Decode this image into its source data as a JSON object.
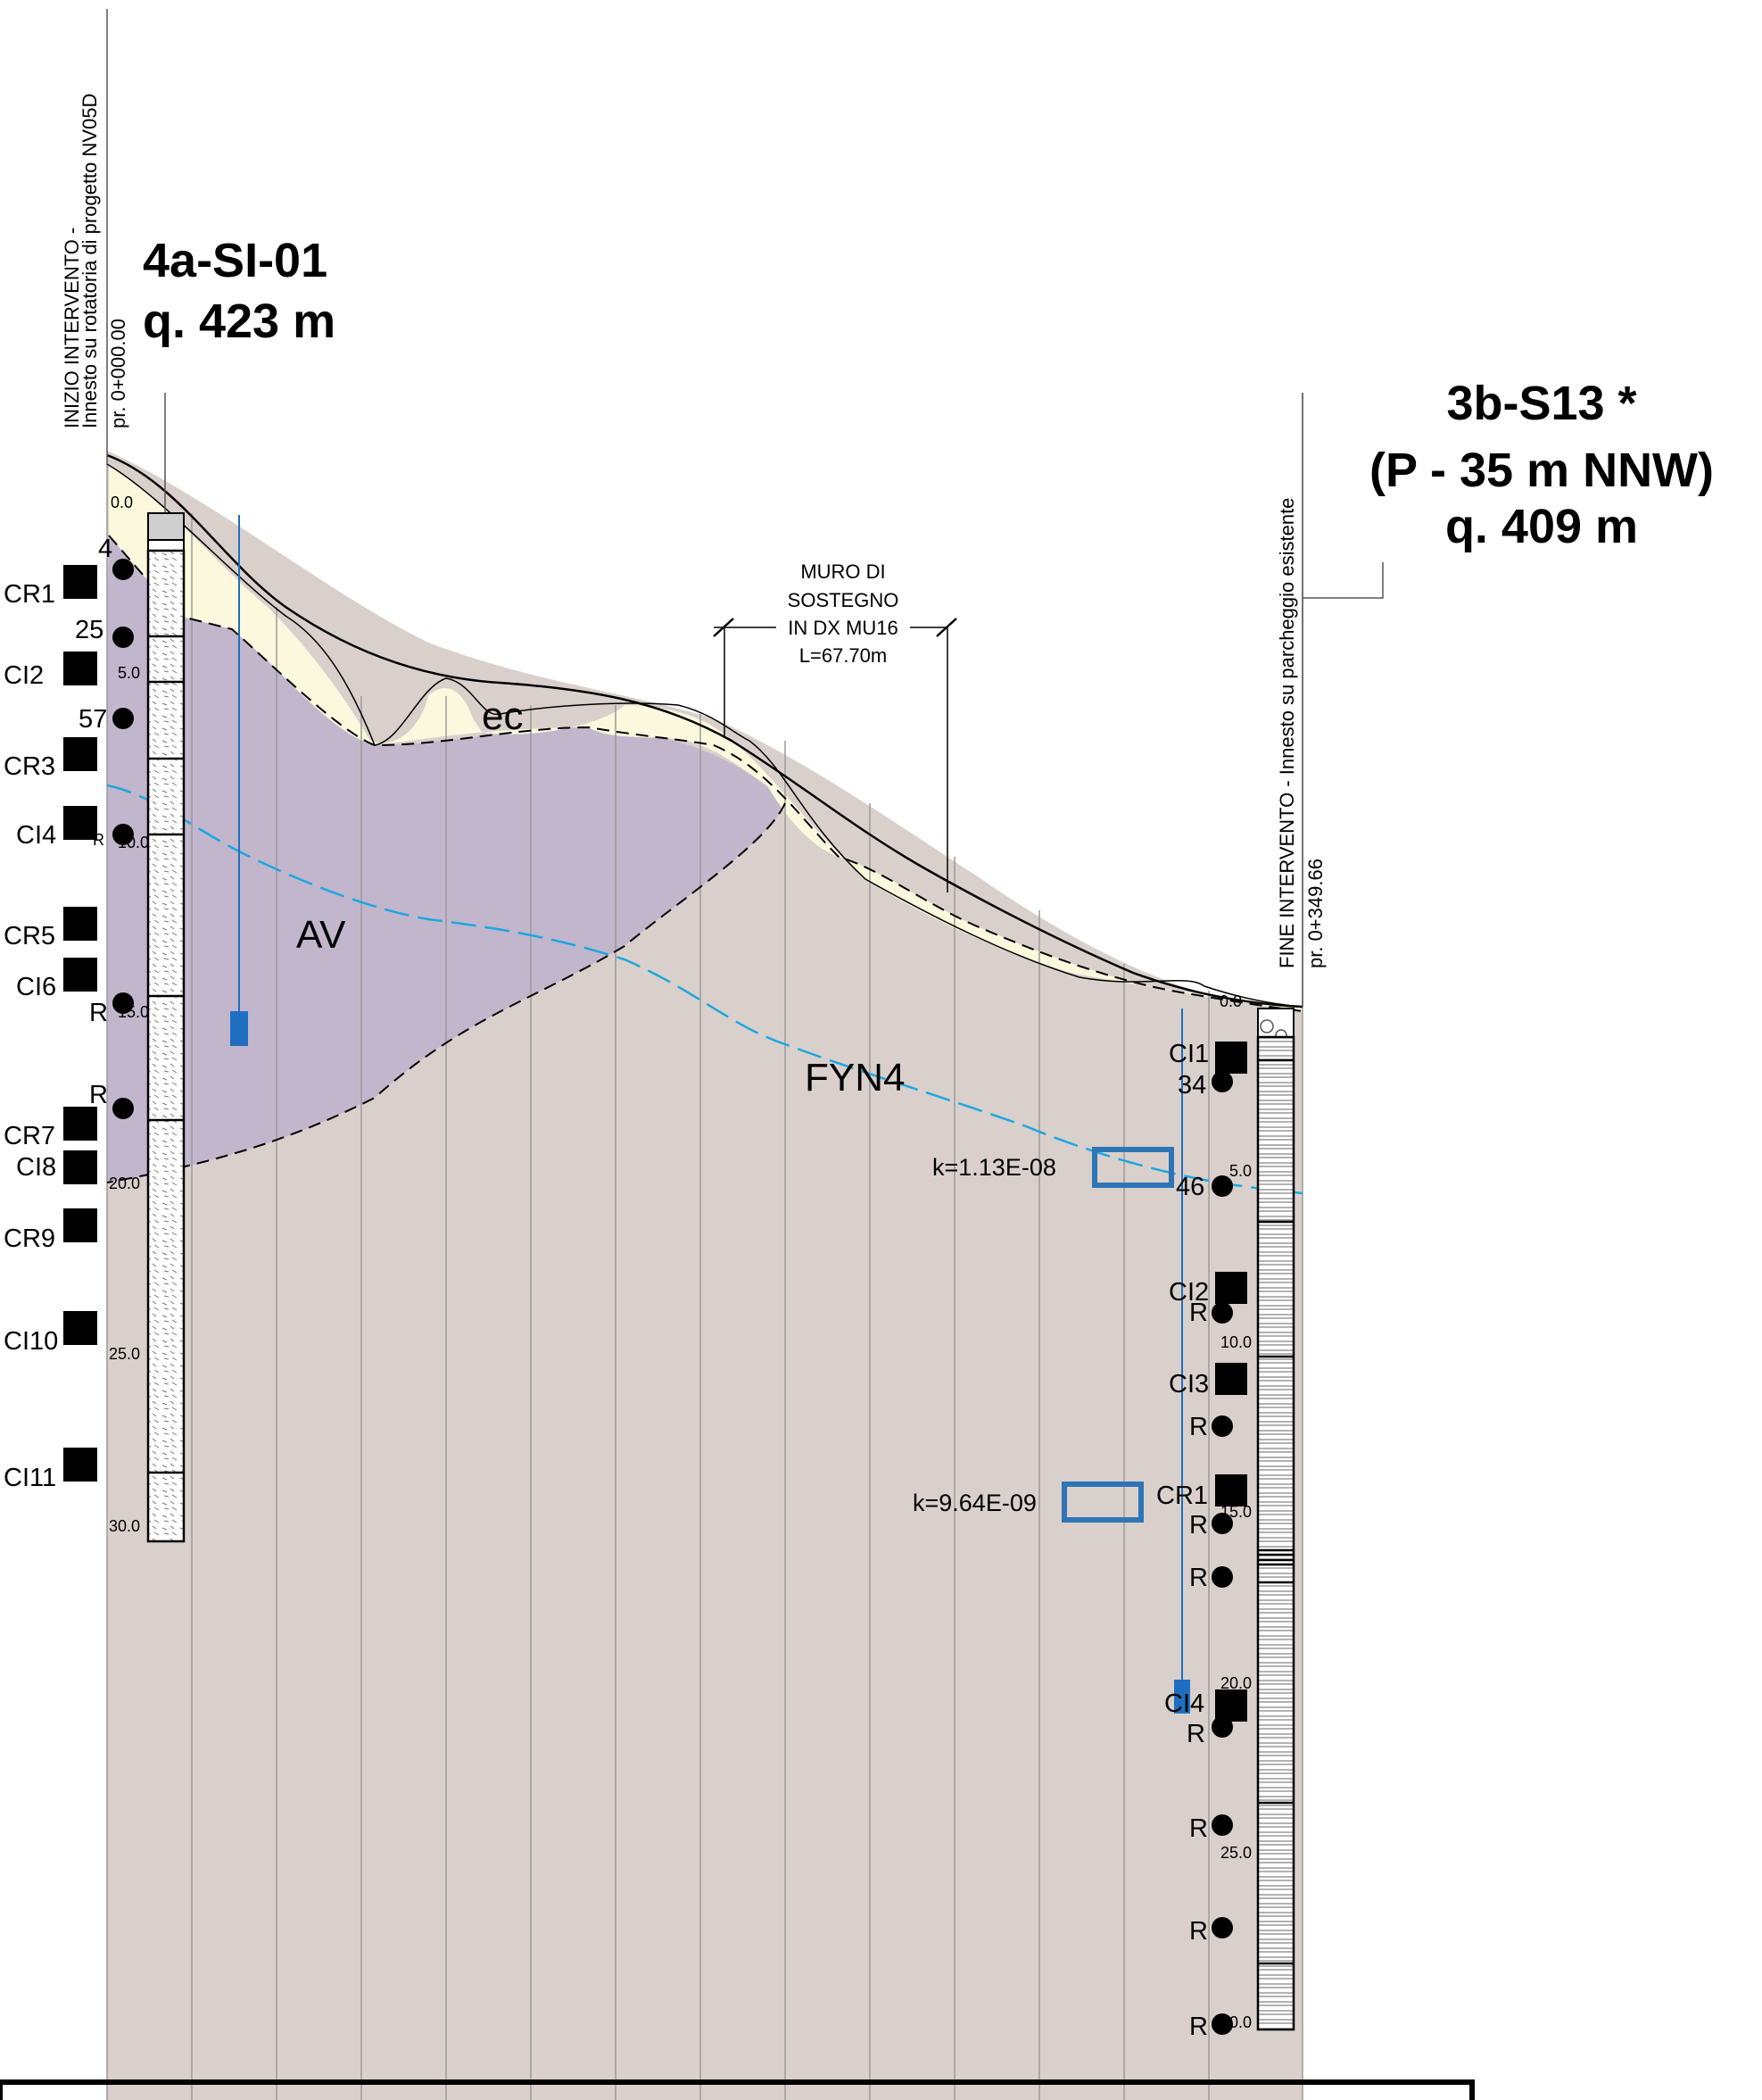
{
  "colors": {
    "substrate_fyn4": "#d9d0cc",
    "unit_av": "#c2b6cc",
    "unit_ec": "#fbf8dd",
    "water_table": "#1aa7e0",
    "permeability_box": "#2e75b6",
    "piezometer": "#1f6fc0"
  },
  "start": {
    "title": "INIZIO INTERVENTO -",
    "subtitle": "Innesto su rotatoria di progetto NV05D",
    "progressive": "pr. 0+000.00"
  },
  "end": {
    "title": "FINE INTERVENTO - Innesto su parcheggio esistente",
    "progressive": "pr. 0+349.66"
  },
  "borehole_left": {
    "name": "4a-SI-01",
    "elevation": "q. 423 m",
    "depth_ticks": [
      "0.0",
      "5.0",
      "10.0",
      "15.0",
      "20.0",
      "25.0",
      "30.0"
    ],
    "spt_values": [
      "4",
      "25",
      "57"
    ],
    "refusal_marks": [
      "R",
      "R",
      "R"
    ],
    "samples": [
      "CR1",
      "CI2",
      "CR3",
      "CI4",
      "CR5",
      "CI6",
      "CR7",
      "CI8",
      "CR9",
      "CI10",
      "CI11"
    ]
  },
  "borehole_right": {
    "name": "3b-S13 *",
    "note": "(P - 35 m NNW)",
    "elevation": "q. 409 m",
    "depth_ticks": [
      "0.0",
      "5.0",
      "10.0",
      "15.0",
      "20.0",
      "25.0",
      "30.0"
    ],
    "spt_values": [
      "34",
      "46"
    ],
    "refusal_marks": [
      "R",
      "R",
      "R",
      "R",
      "R",
      "R",
      "R",
      "R"
    ],
    "samples": [
      "CI1",
      "CI2",
      "CI3",
      "CR1",
      "CI4"
    ]
  },
  "wall": {
    "line1": "MURO DI",
    "line2": "SOSTEGNO",
    "line3": "IN DX MU16",
    "line4": "L=67.70m"
  },
  "units": {
    "ec": "ec",
    "av": "AV",
    "fyn4": "FYN4"
  },
  "permeability": {
    "k1": "k=1.13E-08",
    "k2": "k=9.64E-09"
  }
}
